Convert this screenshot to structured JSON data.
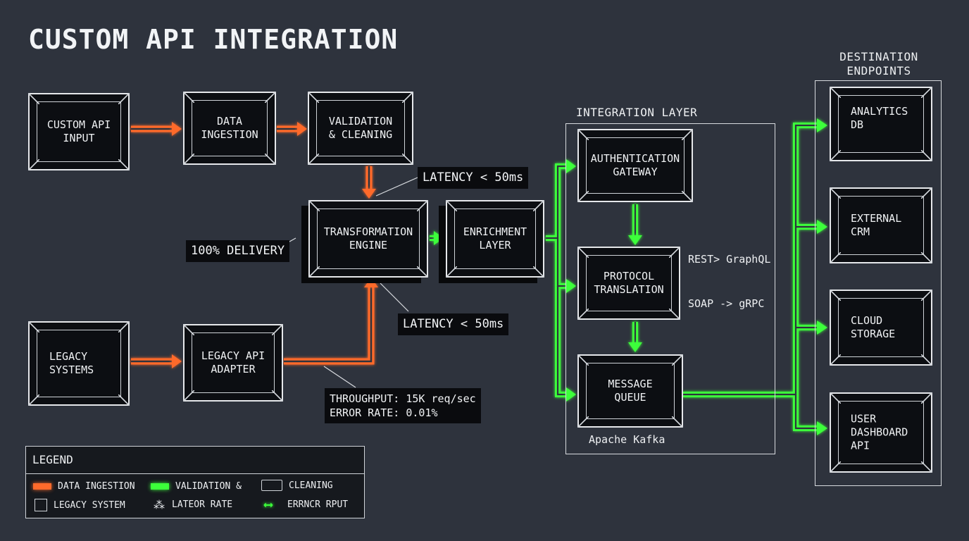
{
  "title": "CUSTOM API INTEGRATION",
  "colors": {
    "background": "#2e333d",
    "ingestion_arrow": "#ff6a2b",
    "integration_arrow": "#3cff3a",
    "box": "#0c0e12"
  },
  "nodes": {
    "custom_api_input": "CUSTOM API\nINPUT",
    "data_ingestion": "DATA\nINGESTION",
    "validation_cleaning": "VALIDATION\n& CLEANING",
    "transformation_engine": "TRANSFORMATION\nENGINE",
    "enrichment_layer": "ENRICHMENT\nLAYER",
    "legacy_systems": "LEGACY\nSYSTEMS",
    "legacy_api_adapter": "LEGACY API\nADAPTER",
    "authentication_gateway": "AUTHENTICATION\nGATEWAY",
    "protocol_translation": "PROTOCOL\nTRANSLATION",
    "message_queue": "MESSAGE\nQUEUE",
    "analytics_db": "ANALYTICS\nDB",
    "external_crm": "EXTERNAL\nCRM",
    "cloud_storage": "CLOUD\nSTORAGE",
    "user_dashboard_api": "USER\nDASHBOARD\nAPI"
  },
  "callouts": {
    "latency_top": "LATENCY < 50ms",
    "latency_bottom": "LATENCY < 50ms",
    "delivery": "100% DELIVERY",
    "throughput": "THROUGHPUT: 15K req/sec\nERROR RATE: 0.01%"
  },
  "annotations": {
    "rest_graphql": "REST> GraphQL",
    "soap_grpc": "SOAP -> gRPC",
    "kafka": "Apache Kafka"
  },
  "groups": {
    "integration_layer": "INTEGRATION LAYER",
    "destination_endpoints": "DESTINATION\nENDPOINTS"
  },
  "legend": {
    "title": "LEGEND",
    "items": [
      {
        "icon": "orange-line",
        "label": "DATA INGESTION"
      },
      {
        "icon": "green-line",
        "label": "VALIDATION &"
      },
      {
        "icon": "box-shape",
        "label": "CLEANING"
      },
      {
        "icon": "cube-shape",
        "label": "LEGACY SYSTEM"
      },
      {
        "icon": "nodes-glyph",
        "label": "LATEOR RATE"
      },
      {
        "icon": "double-arrow",
        "label": "ERRNCR RPUT"
      }
    ]
  }
}
